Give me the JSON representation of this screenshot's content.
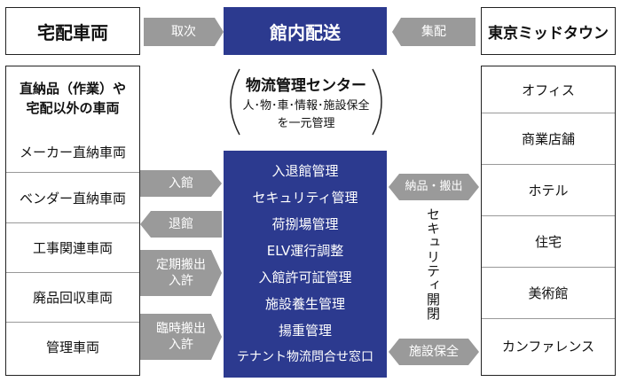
{
  "top": {
    "left_label": "宅配車両",
    "arrow_left_label": "取次",
    "center_label": "館内配送",
    "arrow_right_label": "集配",
    "right_label": "東京ミッドタウン"
  },
  "left_panel": {
    "title_line1": "直納品（作業）や",
    "title_line2": "宅配以外の車両",
    "items": [
      "メーカー直納車両",
      "ベンダー直納車両",
      "工事関連車両",
      "廃品回収車両",
      "管理車両"
    ]
  },
  "center_circle": {
    "title": "物流管理センター",
    "line1": "人･物･車･情報･施設保全",
    "line2": "を一元管理"
  },
  "management": {
    "items": [
      "入退館管理",
      "セキュリティ管理",
      "荷捌場管理",
      "ELV運行調整",
      "入館許可証管理",
      "施設養生管理",
      "揚重管理",
      "テナント物流問合せ窓口"
    ]
  },
  "left_arrows": {
    "entry": "入館",
    "exit": "退館",
    "regular_line1": "定期搬出",
    "regular_line2": "入許",
    "temporary_line1": "臨時搬出",
    "temporary_line2": "入許"
  },
  "right_arrows": {
    "delivery": "納品・搬出",
    "maintenance": "施設保全"
  },
  "security_vertical": "セキュリティ開閉",
  "right_panel": {
    "items": [
      "オフィス",
      "商業店舗",
      "ホテル",
      "住宅",
      "美術館",
      "カンファレンス"
    ]
  },
  "colors": {
    "navy": "#2c3a8f",
    "arrow_gray": "#9a9a9a"
  }
}
